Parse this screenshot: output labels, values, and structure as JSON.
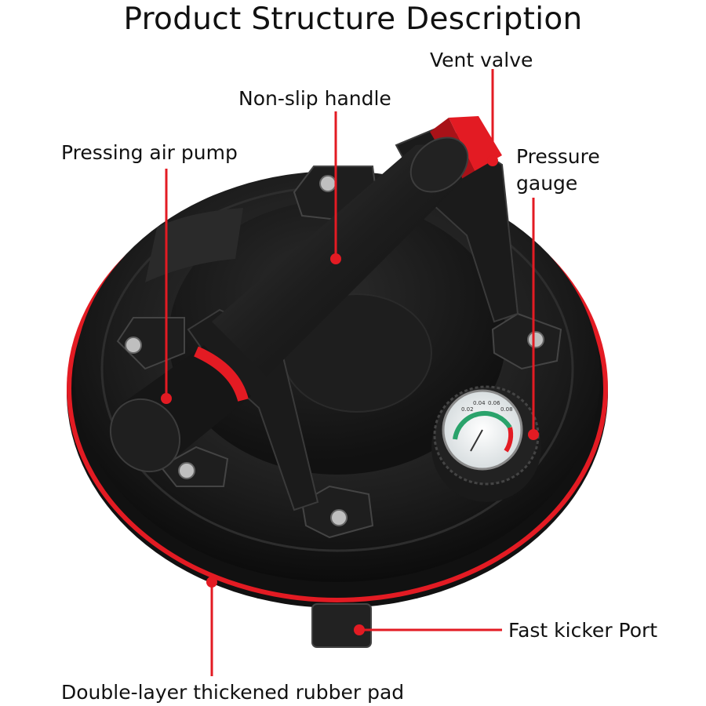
{
  "title": "Product Structure Description",
  "labels": {
    "vent_valve": "Vent valve",
    "non_slip_handle": "Non-slip handle",
    "pressing_air_pump": "Pressing air pump",
    "pressure_gauge": "Pressure gauge",
    "fast_kicker_port": "Fast kicker Port",
    "rubber_pad": "Double-layer thickened rubber pad"
  },
  "gauge_ticks": [
    "0.02",
    "0.04",
    "0.06",
    "0.08"
  ],
  "colors": {
    "accent_red": "#e31b23",
    "body_black": "#1a1a1a",
    "text": "#111111"
  }
}
